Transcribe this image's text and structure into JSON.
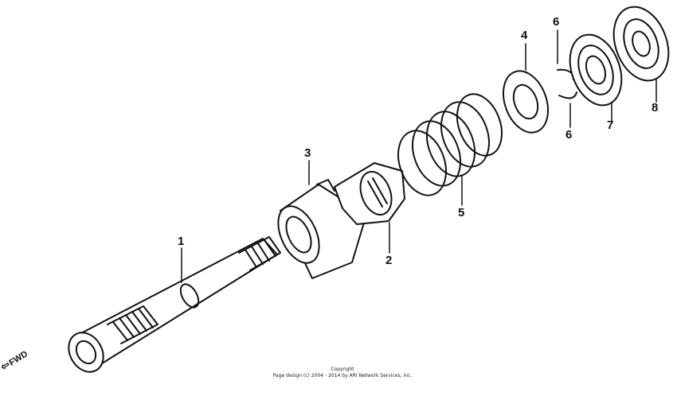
{
  "labels": {
    "p1": "1",
    "p2": "2",
    "p3": "3",
    "p4": "4",
    "p5": "5",
    "p6a": "6",
    "p6b": "6",
    "p7": "7",
    "p8": "8"
  },
  "fwd": "FWD",
  "copyright": {
    "line1": "Copyright",
    "line2": "Page design (c) 2004 - 2014 by ARI Network Services, Inc."
  }
}
